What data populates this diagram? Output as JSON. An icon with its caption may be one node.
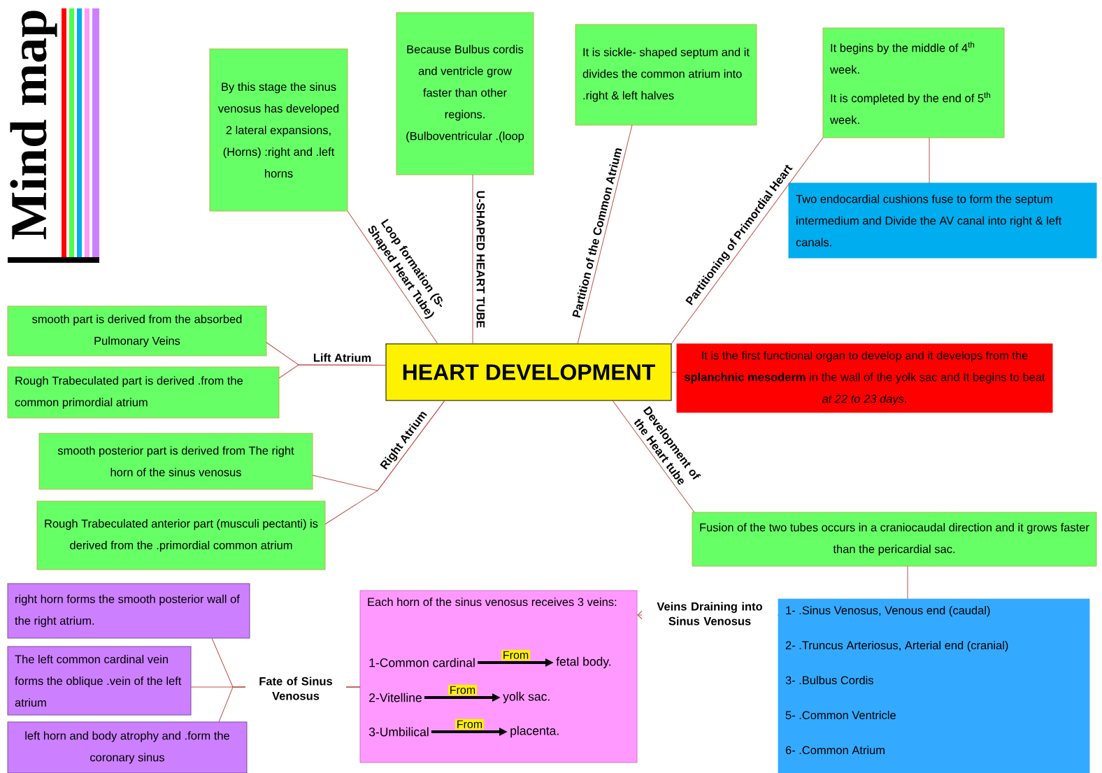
{
  "diagram": {
    "title": "Mind map",
    "nodes": [
      {
        "text": [
          "HEART DEVELOPMENT"
        ]
      },
      {
        "text": [
          "By this stage the sinus venosus has developed 2 lateral expansions, (Horns) :right and .left horns"
        ]
      },
      {
        "text": [
          "Because Bulbus cordis and ventricle grow faster than other regions. (Bulboventricular .(loop"
        ]
      },
      {
        "text": [
          "It is sickle- shaped septum and it divides the common atrium into .right & left halves"
        ]
      },
      {
        "text": [
          "It begins by the middle of 4$^{th}$ week.",
          "It is completed by the end of 5$^{th}$ week."
        ]
      },
      {
        "text": [
          "Two endocardial cushions fuse to form the septum intermedium and Divide the AV canal into right & left canals."
        ]
      },
      {
        "text": [
          "It is the first functional organ to develop and it develops from the **splanchnic mesoderm** in the wall of the yolk sac and It begins to beat *at 22 to 23 days*."
        ]
      },
      {
        "text": [
          "smooth part is derived from the absorbed Pulmonary Veins"
        ]
      },
      {
        "text": [
          "Rough Trabeculated part is derived .from the common primordial atrium"
        ]
      },
      {
        "text": [
          "smooth posterior part is derived from The right horn of the sinus venosus"
        ]
      },
      {
        "text": [
          "Rough Trabeculated anterior part (musculi pectanti) is derived from the .primordial common atrium"
        ]
      },
      {
        "text": [
          "Fusion of the two tubes occurs in a craniocaudal direction and it grows faster than the pericardial sac."
        ]
      },
      {
        "text": [
          "1- .Sinus Venosus, Venous end (caudal)",
          "2- .Truncus Arteriosus, Arterial end (cranial)",
          "3- .Bulbus Cordis",
          "5- .Common Ventricle",
          "6- .Common Atrium"
        ]
      },
      {
        "text": [
          "Each horn of the sinus venosus receives 3 veins:"
        ]
      },
      {
        "text": [
          "1-Common cardinal"
        ],
        "in": 13
      },
      {
        "text": [
          "fetal body."
        ],
        "in": 13
      },
      {
        "text": [
          "2-Vitelline"
        ],
        "in": 13
      },
      {
        "text": [
          "yolk sac."
        ],
        "in": 13
      },
      {
        "text": [
          "3-Umbilical"
        ],
        "in": 13
      },
      {
        "text": [
          "placenta."
        ],
        "in": 13
      },
      {
        "text": [
          "right horn forms the smooth posterior wall of the right atrium."
        ]
      },
      {
        "text": [
          "The left common cardinal vein forms the oblique .vein of the left atrium"
        ]
      },
      {
        "text": [
          "left horn and body atrophy and .form the coronary sinus"
        ]
      }
    ],
    "edges": [
      {
        "from": 0,
        "to": 1,
        "arrow": "none",
        "label": "Loop formation (S-Shaped Heart Tube)"
      },
      {
        "from": 0,
        "to": 2,
        "arrow": "none",
        "label": "U-SHAPED HEART TUBE"
      },
      {
        "from": 0,
        "to": 3,
        "arrow": "none",
        "label": "Partition of the Common Atrium"
      },
      {
        "from": 0,
        "to": 4,
        "arrow": "none",
        "label": "Partitioning of Primordial Heart"
      },
      {
        "from": 4,
        "to": 5,
        "arrow": "none"
      },
      {
        "from": 0,
        "to": 6,
        "arrow": "none"
      },
      {
        "from": 0,
        "to": 7,
        "arrow": "none",
        "label": "Lift Atrium"
      },
      {
        "from": 0,
        "to": 8,
        "arrow": "none"
      },
      {
        "from": 0,
        "to": 9,
        "arrow": "none",
        "label": "Right Atrium"
      },
      {
        "from": 0,
        "to": 10,
        "arrow": "none"
      },
      {
        "from": 0,
        "to": 11,
        "arrow": "none",
        "label": "Development of the Heart tube"
      },
      {
        "from": 11,
        "to": 12,
        "arrow": "none"
      },
      {
        "from": 12,
        "to": 13,
        "arrow": "to",
        "label": "Veins Draining into Sinus Venosus"
      },
      {
        "from": 13,
        "to": 20,
        "arrow": "none",
        "label": "Fate of Sinus Venosus"
      },
      {
        "from": 13,
        "to": 21,
        "arrow": "none"
      },
      {
        "from": 13,
        "to": 22,
        "arrow": "none"
      },
      {
        "from": 14,
        "to": 15,
        "arrow": "to",
        "label": "From",
        "style": "thick",
        "color": "#000000"
      },
      {
        "from": 16,
        "to": 17,
        "arrow": "to",
        "label": "From",
        "style": "thick",
        "color": "#000000"
      },
      {
        "from": 18,
        "to": 19,
        "arrow": "to",
        "label": "From",
        "style": "thick",
        "color": "#000000"
      }
    ]
  }
}
